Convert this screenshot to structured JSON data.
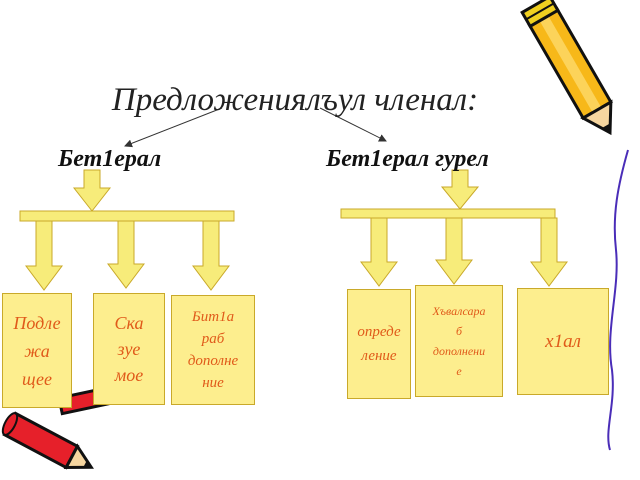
{
  "title": "Предложениялъул членал:",
  "left_group": {
    "heading": "Бет1ерал",
    "boxes": [
      "Подле\nжа\nщее",
      "Ска\nзуе\nмое",
      "Бит1а\nраб\nдополне\nние"
    ]
  },
  "right_group": {
    "heading": "Бет1ерал гурел",
    "boxes": [
      "опреде\nление",
      "Хъвалсара\nб\nдополнени\nе",
      "х1ал"
    ]
  },
  "colors": {
    "box_fill": "#fdee8e",
    "box_text": "#e05a1a",
    "connector": "#f7ec7a"
  },
  "icons": [
    "pencil-icon",
    "pencil-icon"
  ]
}
